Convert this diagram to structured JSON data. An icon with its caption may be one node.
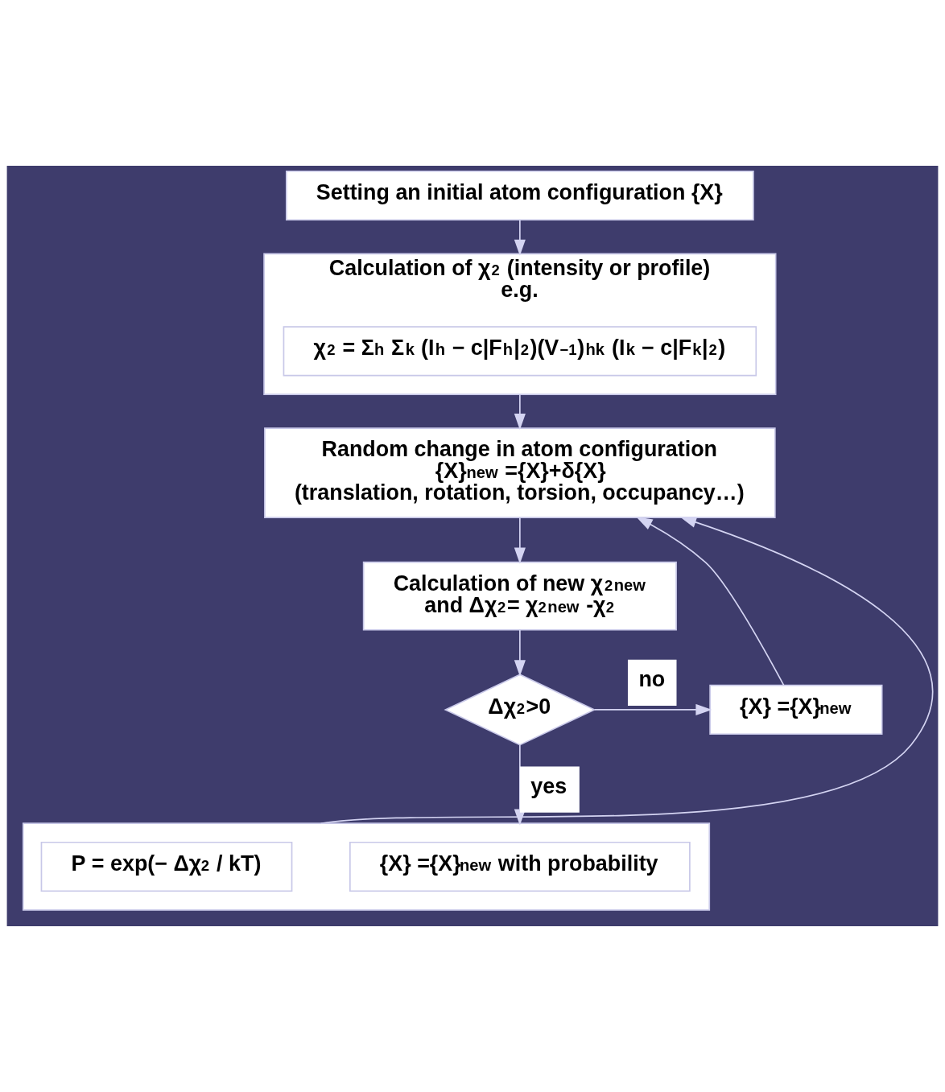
{
  "diagram": {
    "nodes": [
      {
        "text": [
          "Setting an initial atom configuration {X}"
        ]
      },
      {
        "text": [
          "Calculation of χ$^{2}$ (intensity or profile)",
          "e.g."
        ]
      },
      {
        "text": [
          "χ$^{2}$ = Σ$_{h}$ Σ$_{k}$ (I$_{h}$ − c|F$_{h}$|$^{2}$)(V$^{−1}$)$_{hk}$ (I$_{k}$ − c|F$_{k}$|$^{2}$)"
        ],
        "in": 1
      },
      {
        "text": [
          "Random change in atom configuration",
          "{X}$_{new}$ ={X}+δ{X}",
          "(translation, rotation, torsion, occupancy…)"
        ]
      },
      {
        "text": [
          "Calculation of new χ$^{2}$$_{new}$",
          "and Δχ$^{2}$= χ$^{2}$$_{new}$ -χ$^{2}$"
        ]
      },
      {
        "text": [
          "Δχ$^{2}$>0"
        ]
      },
      {
        "text": [
          "{X} ={X}$_{new}$"
        ]
      },
      {
        "text": [],
        "shape": "box"
      },
      {
        "text": [
          "{X} ={X}$_{new}$ with probability"
        ],
        "in": 7
      },
      {
        "text": [
          "P = exp(− Δχ$^{2}$ / kT)"
        ],
        "in": 7
      }
    ],
    "edges": [
      {
        "from": 0,
        "to": 1,
        "arrow": "to"
      },
      {
        "from": 1,
        "to": 3,
        "arrow": "to"
      },
      {
        "from": 3,
        "to": 4,
        "arrow": "to"
      },
      {
        "from": 4,
        "to": 5,
        "arrow": "to"
      },
      {
        "from": 5,
        "to": 6,
        "arrow": "to",
        "label": "no"
      },
      {
        "from": 5,
        "to": 7,
        "arrow": "to",
        "label": "yes"
      },
      {
        "from": 7,
        "to": 3,
        "arrow": "to"
      },
      {
        "from": 6,
        "to": 3,
        "arrow": "to"
      }
    ]
  }
}
